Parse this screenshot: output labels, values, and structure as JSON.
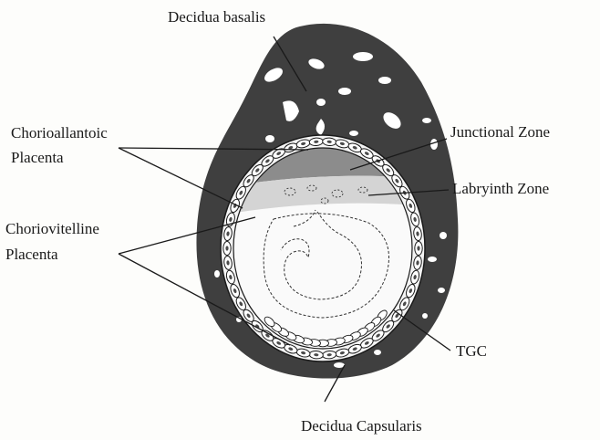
{
  "labels": {
    "decidua_basalis": "Decidua basalis",
    "chorioallantoic_line1": "Chorioallantoic",
    "chorioallantoic_line2": "Placenta",
    "junctional_zone": "Junctional Zone",
    "labyrinth_zone": "Labryinth Zone",
    "choriovitelline_line1": "Choriovitelline",
    "choriovitelline_line2": "Placenta",
    "tgc": "TGC",
    "decidua_capsularis": "Decidua Capsularis"
  },
  "colors": {
    "decidua": "#3f3f3f",
    "junctional_zone": "#8c8c8c",
    "labyrinth_zone": "#d4d4d4",
    "cell_layer": "#f4f4f4",
    "ink": "#1a1a1a"
  }
}
